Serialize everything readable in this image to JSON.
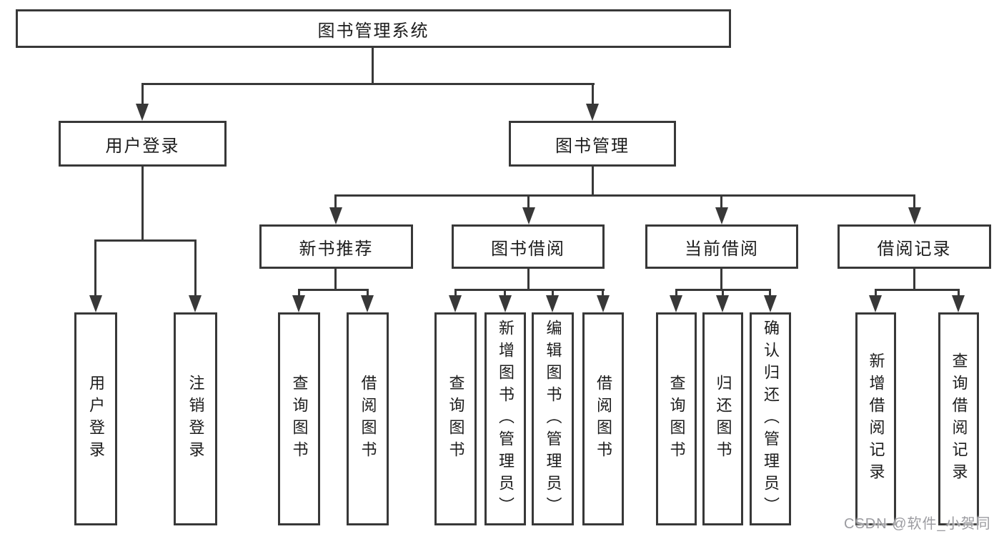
{
  "diagram": {
    "type": "hierarchy",
    "colors": {
      "line": "#383838",
      "text": "#1c1c1c",
      "background": "#ffffff",
      "watermark": "#9c9ca1"
    },
    "tree": {
      "label": "图书管理系统",
      "children": [
        {
          "label": "用户登录",
          "children": [
            {
              "label": "用户登录"
            },
            {
              "label": "注销登录"
            }
          ]
        },
        {
          "label": "图书管理",
          "children": [
            {
              "label": "新书推荐",
              "children": [
                {
                  "label": "查询图书"
                },
                {
                  "label": "借阅图书"
                }
              ]
            },
            {
              "label": "图书借阅",
              "children": [
                {
                  "label": "查询图书"
                },
                {
                  "label": "新增图书（管理员）"
                },
                {
                  "label": "编辑图书（管理员）"
                },
                {
                  "label": "借阅图书"
                }
              ]
            },
            {
              "label": "当前借阅",
              "children": [
                {
                  "label": "查询图书"
                },
                {
                  "label": "归还图书"
                },
                {
                  "label": "确认归还（管理员）"
                }
              ]
            },
            {
              "label": "借阅记录",
              "children": [
                {
                  "label": "新增借阅记录"
                },
                {
                  "label": "查询借阅记录"
                }
              ]
            }
          ]
        }
      ]
    }
  },
  "watermark": {
    "text": "CSDN @软件_小贺同学"
  }
}
